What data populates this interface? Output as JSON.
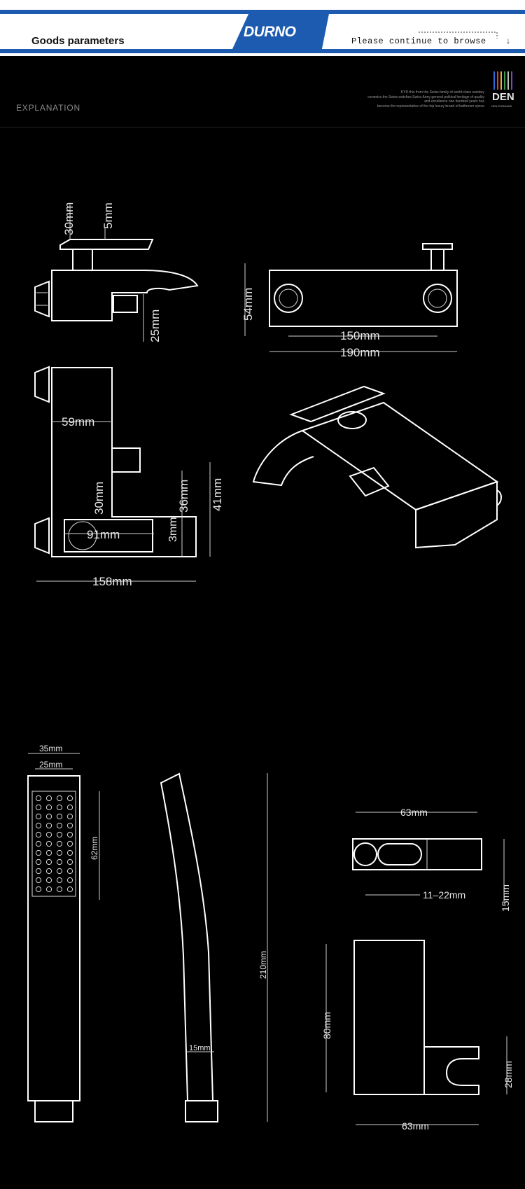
{
  "header": {
    "title": "Goods parameters",
    "brand": "DURNO",
    "browse": "Please continue to browse",
    "arrow": "↓"
  },
  "section": {
    "label": "EXPLANATION",
    "tagline": [
      "KYD-this from the Swiss family of world-class sanitary",
      "ceramics the Swiss watches,Swiss Army general political heritage of quality",
      "and excellence one hundred years has",
      "become the representative of the top luxury brand of bathroom space"
    ],
    "logo": "DEN",
    "logo_sub": "DEN DURNAND",
    "logo_colors": [
      "#2b6fd6",
      "#e0422f",
      "#f2b233",
      "#3a9a4e",
      "#c0c0c0",
      "#7a49c0"
    ]
  },
  "dimensions": {
    "side_top_height": "30mm",
    "side_top_small": "5mm",
    "side_spout": "25mm",
    "front_height": "54mm",
    "front_center": "150mm",
    "front_width": "190mm",
    "top_depth": "59mm",
    "top_handle": "30mm",
    "top_spout_h": "36mm",
    "top_total_h": "41mm",
    "top_spout_len": "91mm",
    "top_small": "3mm",
    "top_width": "158mm",
    "head_width": "35mm",
    "head_face": "25mm",
    "head_grid": "62mm",
    "handle_length": "210mm",
    "handle_neck": "15mm",
    "holder_width": "63mm",
    "holder_range": "11–22mm",
    "holder_depth": "15mm",
    "bracket_height": "80mm",
    "bracket_hook": "28mm",
    "bracket_width": "63mm"
  }
}
